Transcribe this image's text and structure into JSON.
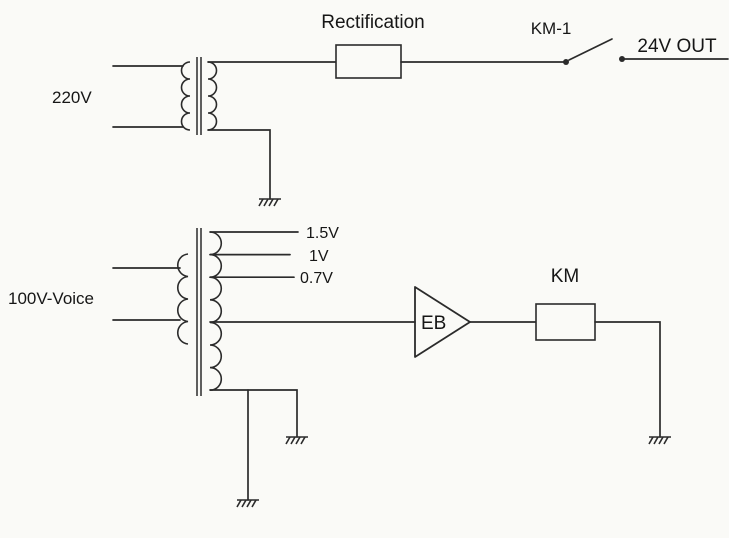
{
  "colors": {
    "bg": "#fafaf7",
    "line": "#2b2b2b",
    "text": "#161616"
  },
  "top_circuit": {
    "input_voltage": "220V",
    "rectifier_label": "Rectification",
    "switch_label": "KM-1",
    "output_label": "24V OUT"
  },
  "bottom_circuit": {
    "input_label": "100V-Voice",
    "taps": [
      "1.5V",
      "1V",
      "0.7V"
    ],
    "amplifier_label": "EB",
    "contactor_label": "KM"
  }
}
